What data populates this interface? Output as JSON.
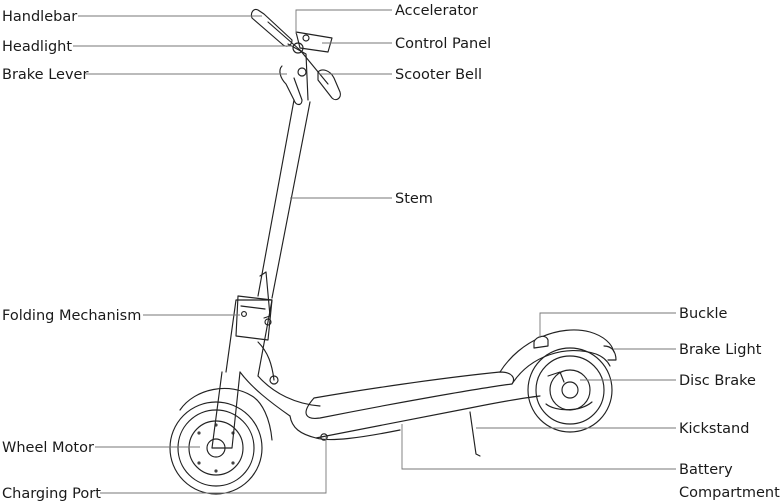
{
  "labels": {
    "handlebar": "Handlebar",
    "headlight": "Headlight",
    "brake_lever": "Brake Lever",
    "folding_mechanism": "Folding Mechanism",
    "wheel_motor": "Wheel Motor",
    "charging_port": "Charging Port",
    "accelerator": "Accelerator",
    "control_panel": "Control Panel",
    "scooter_bell": "Scooter Bell",
    "stem": "Stem",
    "buckle": "Buckle",
    "brake_light": "Brake Light",
    "disc_brake": "Disc Brake",
    "kickstand": "Kickstand",
    "battery_line1": "Battery",
    "battery_line2": "Compartment"
  },
  "colors": {
    "line": "#222222",
    "leader": "#777777",
    "text": "#1a1a1a",
    "background": "#ffffff"
  }
}
